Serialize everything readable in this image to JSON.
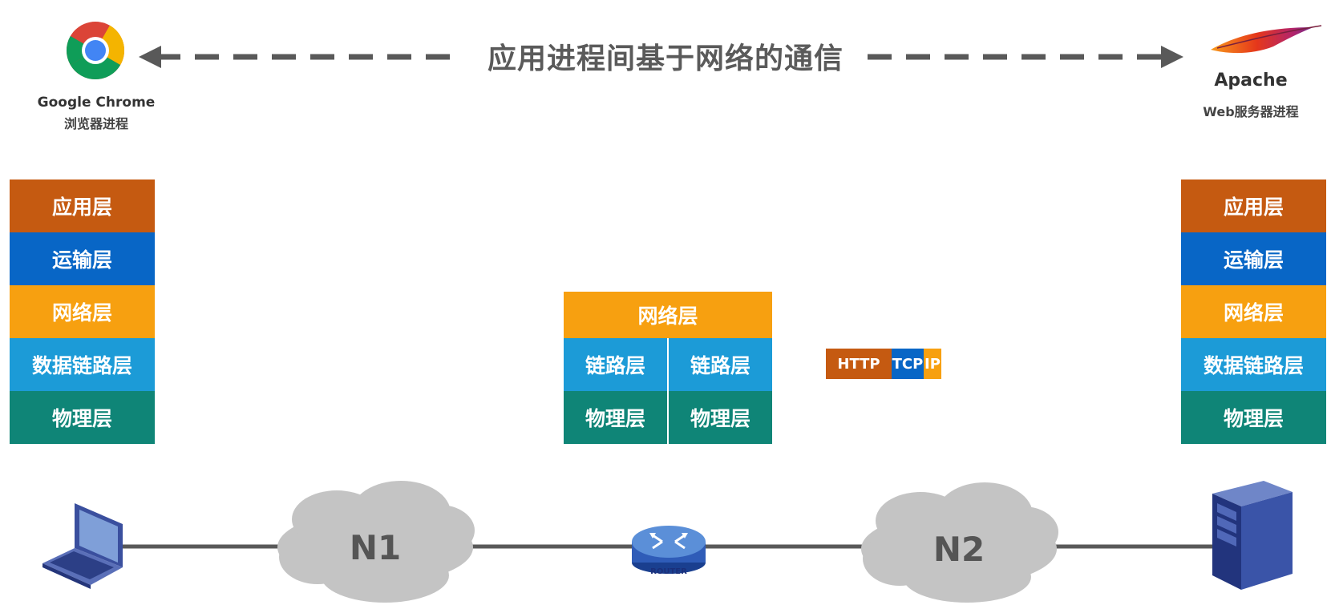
{
  "title": "应用进程间基于网络的通信",
  "client": {
    "app_name": "Google Chrome",
    "process": "浏览器进程",
    "logo_icon": "chrome-logo-icon"
  },
  "server": {
    "app_name": "Apache",
    "process": "Web服务器进程",
    "logo_icon": "apache-feather-icon"
  },
  "left_stack": [
    "应用层",
    "运输层",
    "网络层",
    "数据链路层",
    "物理层"
  ],
  "right_stack": [
    "应用层",
    "运输层",
    "网络层",
    "数据链路层",
    "物理层"
  ],
  "router_stack": {
    "network": "网络层",
    "links": [
      "链路层",
      "链路层"
    ],
    "physicals": [
      "物理层",
      "物理层"
    ]
  },
  "packet": {
    "segments": [
      "HTTP",
      "TCP",
      "IP"
    ]
  },
  "network": {
    "clouds": [
      "N1",
      "N2"
    ],
    "router_label": "ROUTER",
    "devices": [
      "laptop-icon",
      "router-icon",
      "server-icon"
    ]
  },
  "colors": {
    "application": "#c55a11",
    "transport": "#0866c6",
    "network": "#f7a010",
    "datalink": "#1c9bd7",
    "physical": "#0f8577",
    "arrow": "#595959"
  }
}
